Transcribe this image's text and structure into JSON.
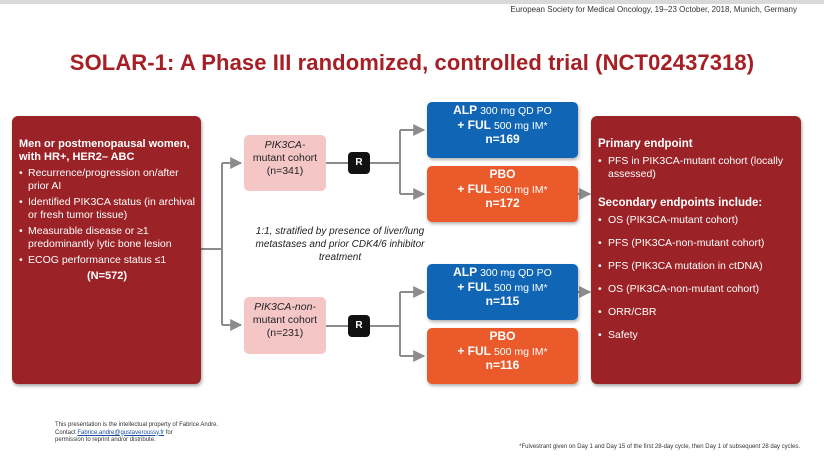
{
  "header": {
    "conference": "European Society for Medical Oncology, 19–23 October, 2018, Munich, Germany",
    "title": "SOLAR-1: A Phase III randomized, controlled trial (NCT02437318)"
  },
  "population": {
    "heading": "Men or postmenopausal women, with HR+, HER2– ABC",
    "criteria": [
      "Recurrence/progression on/after prior AI",
      "Identified PIK3CA status (in archival or fresh tumor tissue)",
      "Measurable disease or ≥1 predominantly lytic bone lesion",
      "ECOG performance status ≤1"
    ],
    "n": "(N=572)"
  },
  "cohorts": {
    "mutant": {
      "line1": "PIK3CA-",
      "line2": "mutant cohort",
      "n": "(n=341)"
    },
    "nonmutant": {
      "line1": "PIK3CA-non-",
      "line2": "mutant cohort",
      "n": "(n=231)"
    }
  },
  "randomize_label": "R",
  "stratification": "1:1, stratified by presence of liver/lung metastases and prior CDK4/6 inhibitor treatment",
  "arms": [
    {
      "drug": "ALP",
      "dose": "300 mg QD PO",
      "ful": "+ FUL",
      "ful_dose": "500 mg IM*",
      "n": "n=169"
    },
    {
      "drug": "PBO",
      "dose": "",
      "ful": "+ FUL",
      "ful_dose": "500 mg IM*",
      "n": "n=172"
    },
    {
      "drug": "ALP",
      "dose": "300 mg QD PO",
      "ful": "+ FUL",
      "ful_dose": "500 mg IM*",
      "n": "n=115"
    },
    {
      "drug": "PBO",
      "dose": "",
      "ful": "+ FUL",
      "ful_dose": "500 mg IM*",
      "n": "n=116"
    }
  ],
  "endpoints": {
    "primary_heading": "Primary endpoint",
    "primary": [
      "PFS in PIK3CA-mutant cohort (locally assessed)"
    ],
    "secondary_heading": "Secondary endpoints include:",
    "secondary": [
      "OS (PIK3CA-mutant cohort)",
      "PFS (PIK3CA-non-mutant cohort)",
      "PFS (PIK3CA mutation in ctDNA)",
      "OS (PIK3CA-non-mutant cohort)",
      "ORR/CBR",
      "Safety"
    ]
  },
  "footer": {
    "ip_line1": "This presentation is the intellectual property of Fabrice Andre.",
    "ip_contact": "Contact",
    "ip_email": "Fabrice.andre@gustaveroussy.fr",
    "ip_for": "for",
    "ip_line3": "permission to reprint and/or distribute.",
    "note": "*Fulvestrant given on Day 1 and Day 15 of the first 28-day cycle, then Day 1 of subsequent 28 day cycles."
  },
  "colors": {
    "title": "#a51f24",
    "maroon": "#9b2226",
    "blue": "#1066b5",
    "orange": "#ea5a2a",
    "pink": "#f5c6c6",
    "arrow": "#8c8c8c"
  }
}
